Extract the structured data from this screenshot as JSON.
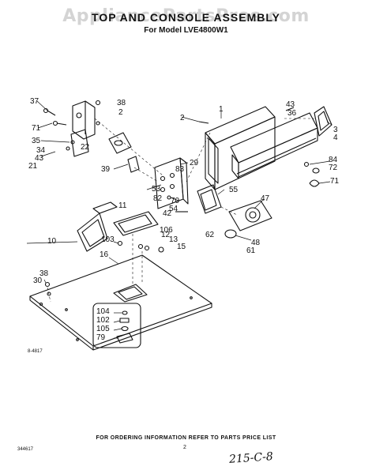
{
  "watermark": "AppliancePartsPros.com",
  "title": "TOP AND CONSOLE ASSEMBLY",
  "subtitle": "For Model LVE4800W1",
  "part_labels": [
    "37",
    "38",
    "2",
    "71",
    "35",
    "34",
    "43",
    "22",
    "21",
    "39",
    "29",
    "83",
    "53",
    "82",
    "70",
    "54",
    "1",
    "2",
    "43",
    "36",
    "3",
    "4",
    "84",
    "72",
    "71",
    "55",
    "47",
    "42",
    "11",
    "106",
    "12",
    "13",
    "15",
    "10",
    "103",
    "62",
    "48",
    "61",
    "16",
    "38",
    "30",
    "104",
    "102",
    "105",
    "79"
  ],
  "figure_id": "8-4817",
  "footer_note": "FOR ORDERING INFORMATION REFER TO PARTS PRICE LIST",
  "doc_number": "344617",
  "page_number": "2",
  "handwriting": "215-C-8"
}
